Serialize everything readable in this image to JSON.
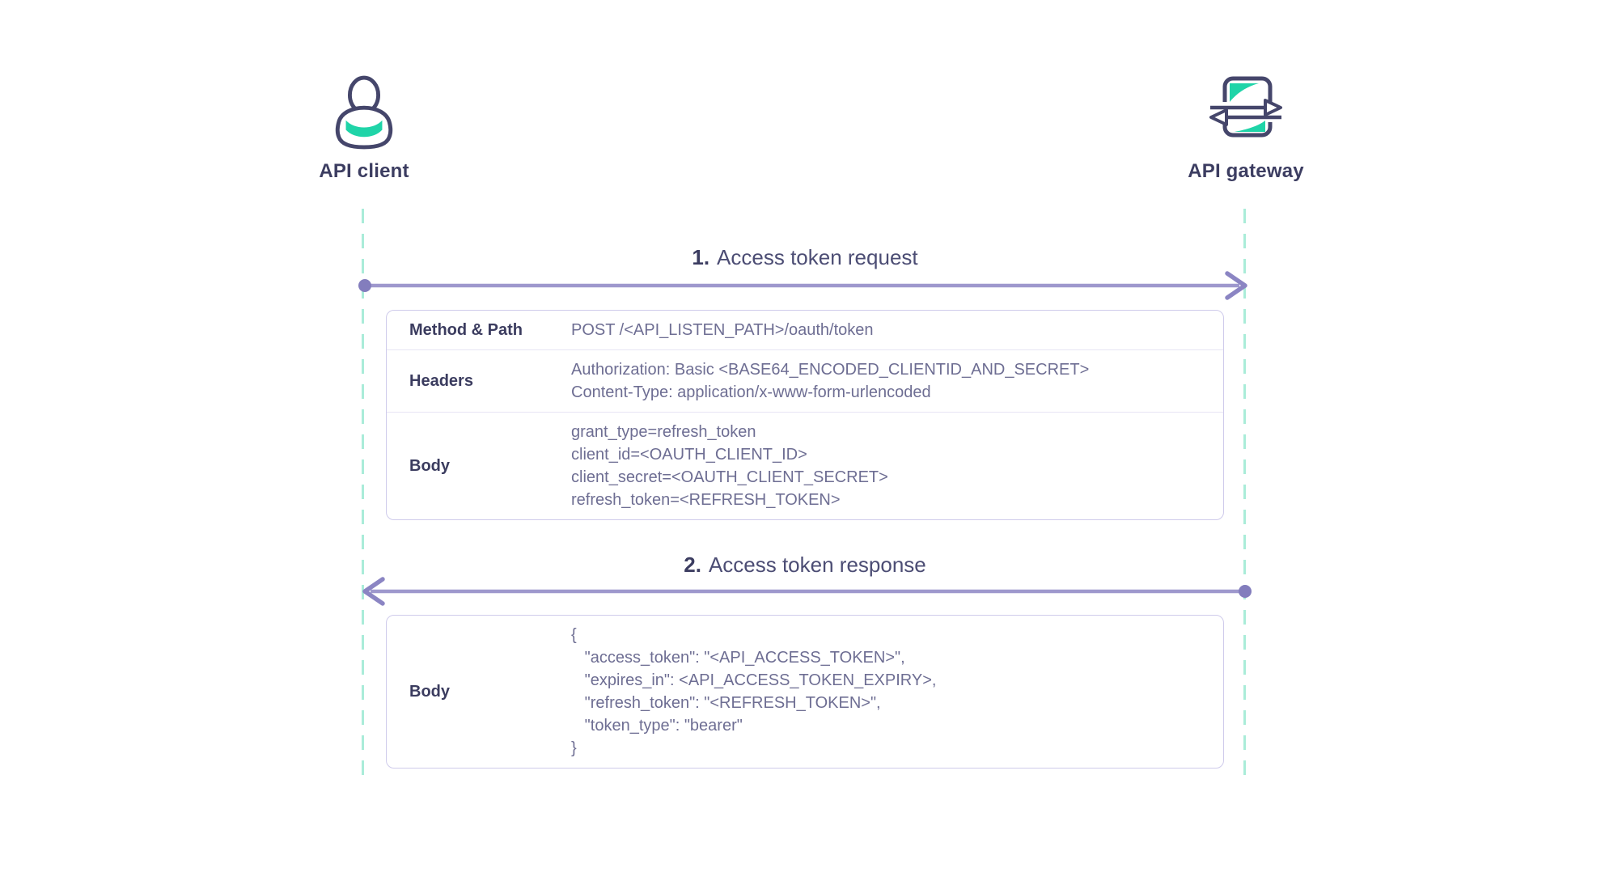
{
  "actors": [
    {
      "id": "client",
      "label": "API client",
      "icon": "user-icon"
    },
    {
      "id": "gateway",
      "label": "API gateway",
      "icon": "gateway-arrows-icon"
    }
  ],
  "messages": [
    {
      "num": "1.",
      "title": "Access token request",
      "direction": "right",
      "from": "API client",
      "to": "API gateway",
      "rows": [
        {
          "label": "Method & Path",
          "lines": [
            "POST /<API_LISTEN_PATH>/oauth/token"
          ]
        },
        {
          "label": "Headers",
          "lines": [
            "Authorization: Basic <BASE64_ENCODED_CLIENTID_AND_SECRET>",
            "Content-Type: application/x-www-form-urlencoded"
          ]
        },
        {
          "label": "Body",
          "lines": [
            "grant_type=refresh_token",
            "client_id=<OAUTH_CLIENT_ID>",
            "client_secret=<OAUTH_CLIENT_SECRET>",
            "refresh_token=<REFRESH_TOKEN>"
          ]
        }
      ]
    },
    {
      "num": "2.",
      "title": "Access token response",
      "direction": "left",
      "from": "API gateway",
      "to": "API client",
      "rows": [
        {
          "label": "Body",
          "lines": [
            "{",
            "   \"access_token\": \"<API_ACCESS_TOKEN>\",",
            "   \"expires_in\": <API_ACCESS_TOKEN_EXPIRY>,",
            "   \"refresh_token\": \"<REFRESH_TOKEN>\",",
            "   \"token_type\": \"bearer\"",
            "}"
          ]
        }
      ]
    }
  ],
  "colors": {
    "ink_navy": "#3c3d61",
    "text_muted": "#6e6e93",
    "accent_teal": "#1fd4a8",
    "lifeline_teal": "#aaecd9",
    "arrow_purple": "#9e98cd",
    "arrow_dark_purple": "#837dbd",
    "table_border": "#cfcbeb",
    "row_divider": "#e7e5f4"
  }
}
